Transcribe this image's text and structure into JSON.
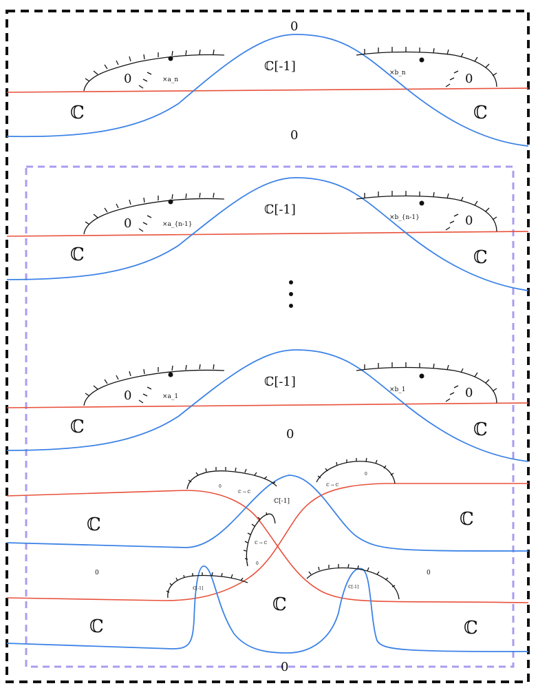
{
  "labels": {
    "C": "ℂ",
    "C_shift": "ℂ[-1]",
    "zero": "0",
    "dots": "⋮",
    "map_a_n": "ℂ → ℂ",
    "arrow_a_n": "×a_n",
    "arrow_a_n1": "×a_{n-1}",
    "arrow_a_1": "×a_1",
    "arrow_b_n": "×b_n",
    "arrow_b_n1": "×b_{n-1}",
    "arrow_b_1": "×b_1"
  },
  "colors": {
    "outer_border": "#111111",
    "inner_border": "#a99cf0",
    "red_curve": "#e8503a",
    "blue_curve": "#3b82e6"
  }
}
